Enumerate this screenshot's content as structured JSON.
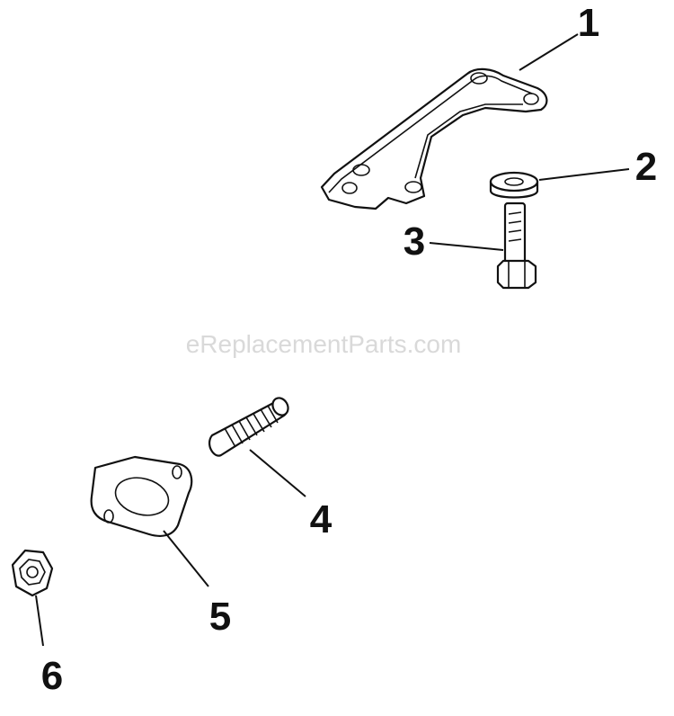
{
  "watermark": "eReplacementParts.com",
  "parts": [
    {
      "number": "1",
      "icon": "mounting-bracket-icon"
    },
    {
      "number": "2",
      "icon": "washer-spacer-icon"
    },
    {
      "number": "3",
      "icon": "bolt-icon"
    },
    {
      "number": "4",
      "icon": "threaded-stud-icon"
    },
    {
      "number": "5",
      "icon": "gasket-icon"
    },
    {
      "number": "6",
      "icon": "hex-nut-icon"
    }
  ],
  "colors": {
    "ink": "#111111",
    "watermark": "#d9d9d9",
    "background": "#ffffff"
  }
}
